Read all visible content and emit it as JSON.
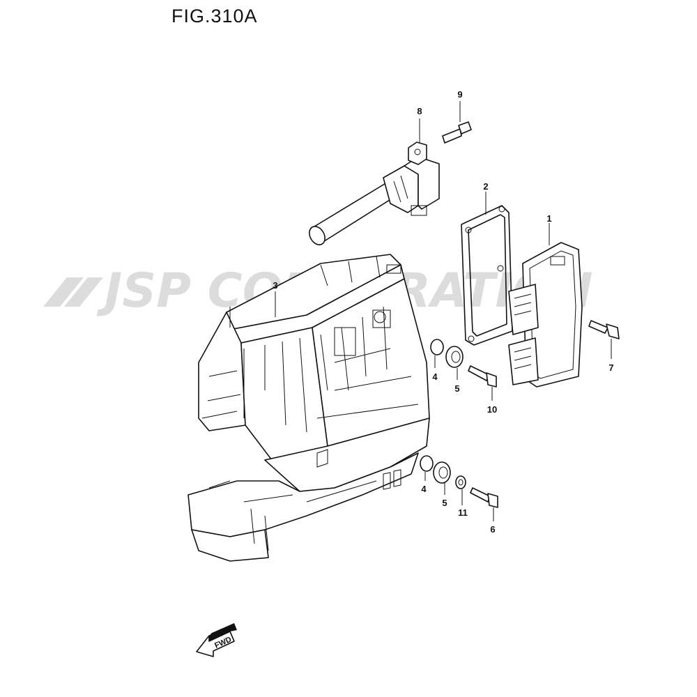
{
  "figure": {
    "title": "FIG.310A"
  },
  "watermark": {
    "text": "JSP CORPORATION",
    "color": "#d9d9d9"
  },
  "direction_marker": {
    "text": "FWD"
  },
  "callouts": [
    {
      "id": "c1",
      "label": "1"
    },
    {
      "id": "c2",
      "label": "2"
    },
    {
      "id": "c3",
      "label": "3"
    },
    {
      "id": "c4a",
      "label": "4"
    },
    {
      "id": "c4b",
      "label": "4"
    },
    {
      "id": "c5a",
      "label": "5"
    },
    {
      "id": "c5b",
      "label": "5"
    },
    {
      "id": "c6",
      "label": "6"
    },
    {
      "id": "c7",
      "label": "7"
    },
    {
      "id": "c8",
      "label": "8"
    },
    {
      "id": "c9",
      "label": "9"
    },
    {
      "id": "c10",
      "label": "10"
    },
    {
      "id": "c11",
      "label": "11"
    }
  ]
}
